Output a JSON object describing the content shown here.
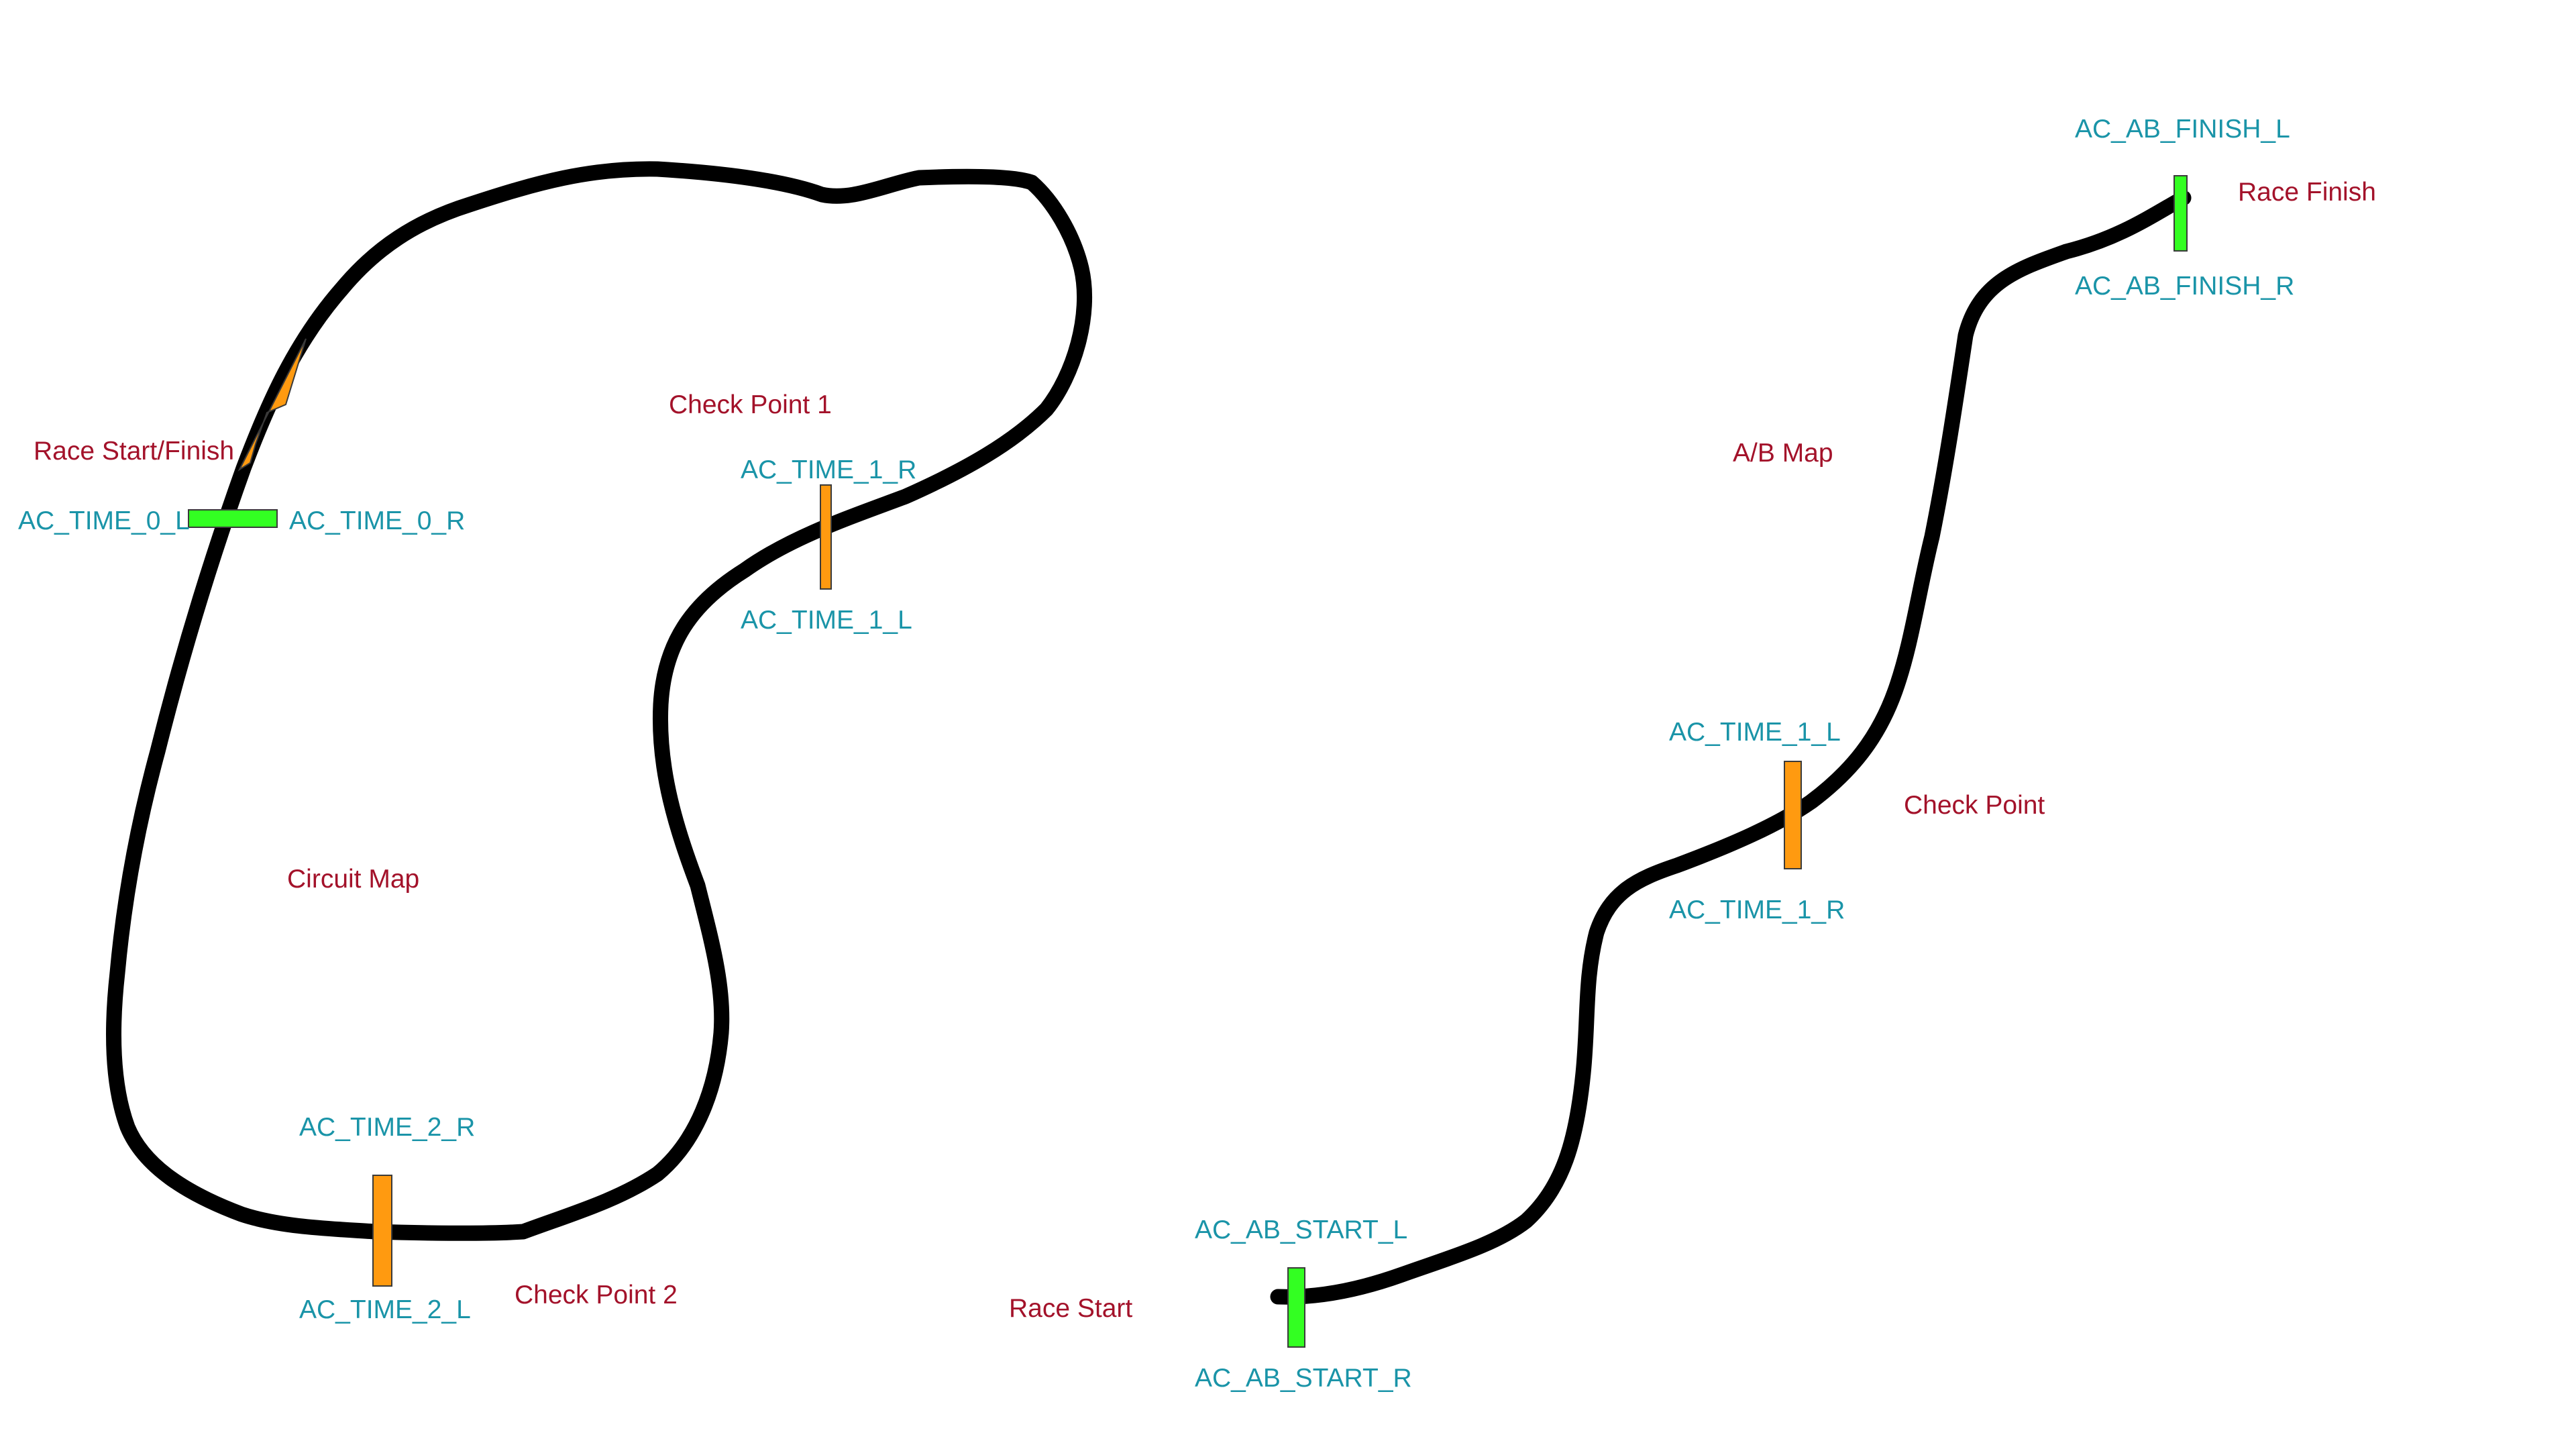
{
  "colors": {
    "track": "#000000",
    "gate_start_finish": "#33ff22",
    "gate_checkpoint": "#ff9a10",
    "id_label": "#1a94a8",
    "marker_label": "#a3122a",
    "start_arrow": "#ff9a10"
  },
  "circuit": {
    "title": "Circuit Map",
    "start_label": "Race Start/Finish",
    "checkpoint_1_label": "Check Point 1",
    "checkpoint_2_label": "Check Point 2",
    "gate_0_left": "AC_TIME_0_L",
    "gate_0_right": "AC_TIME_0_R",
    "gate_1_right": "AC_TIME_1_R",
    "gate_1_left": "AC_TIME_1_L",
    "gate_2_right": "AC_TIME_2_R",
    "gate_2_left": "AC_TIME_2_L"
  },
  "ab_map": {
    "title": "A/B Map",
    "start_label": "Race Start",
    "finish_label": "Race Finish",
    "checkpoint_label": "Check Point",
    "finish_left": "AC_AB_FINISH_L",
    "finish_right": "AC_AB_FINISH_R",
    "gate_1_left": "AC_TIME_1_L",
    "gate_1_right": "AC_TIME_1_R",
    "start_left": "AC_AB_START_L",
    "start_right": "AC_AB_START_R"
  }
}
